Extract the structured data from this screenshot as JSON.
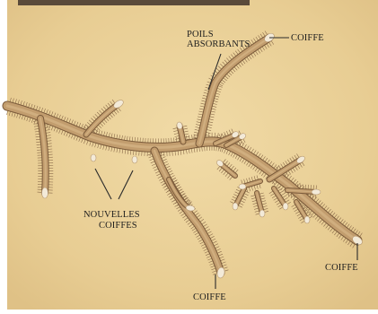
{
  "labels": {
    "root_hairs": [
      "POILS",
      "ABSORBANTS"
    ],
    "new_caps": [
      "NOUVELLES",
      "COIFFES"
    ],
    "cap_top": "COIFFE",
    "cap_right": "COIFFE",
    "cap_bottom": "COIFFE"
  },
  "colors": {
    "paper": "#ecd39b",
    "root_fill": "#c29d6e",
    "root_edge": "#7a5a3a",
    "root_hair": "#8a6a4a",
    "cap": "#f3ead8",
    "leader": "#2a2a2a",
    "label_text": "#1e1e1e"
  }
}
